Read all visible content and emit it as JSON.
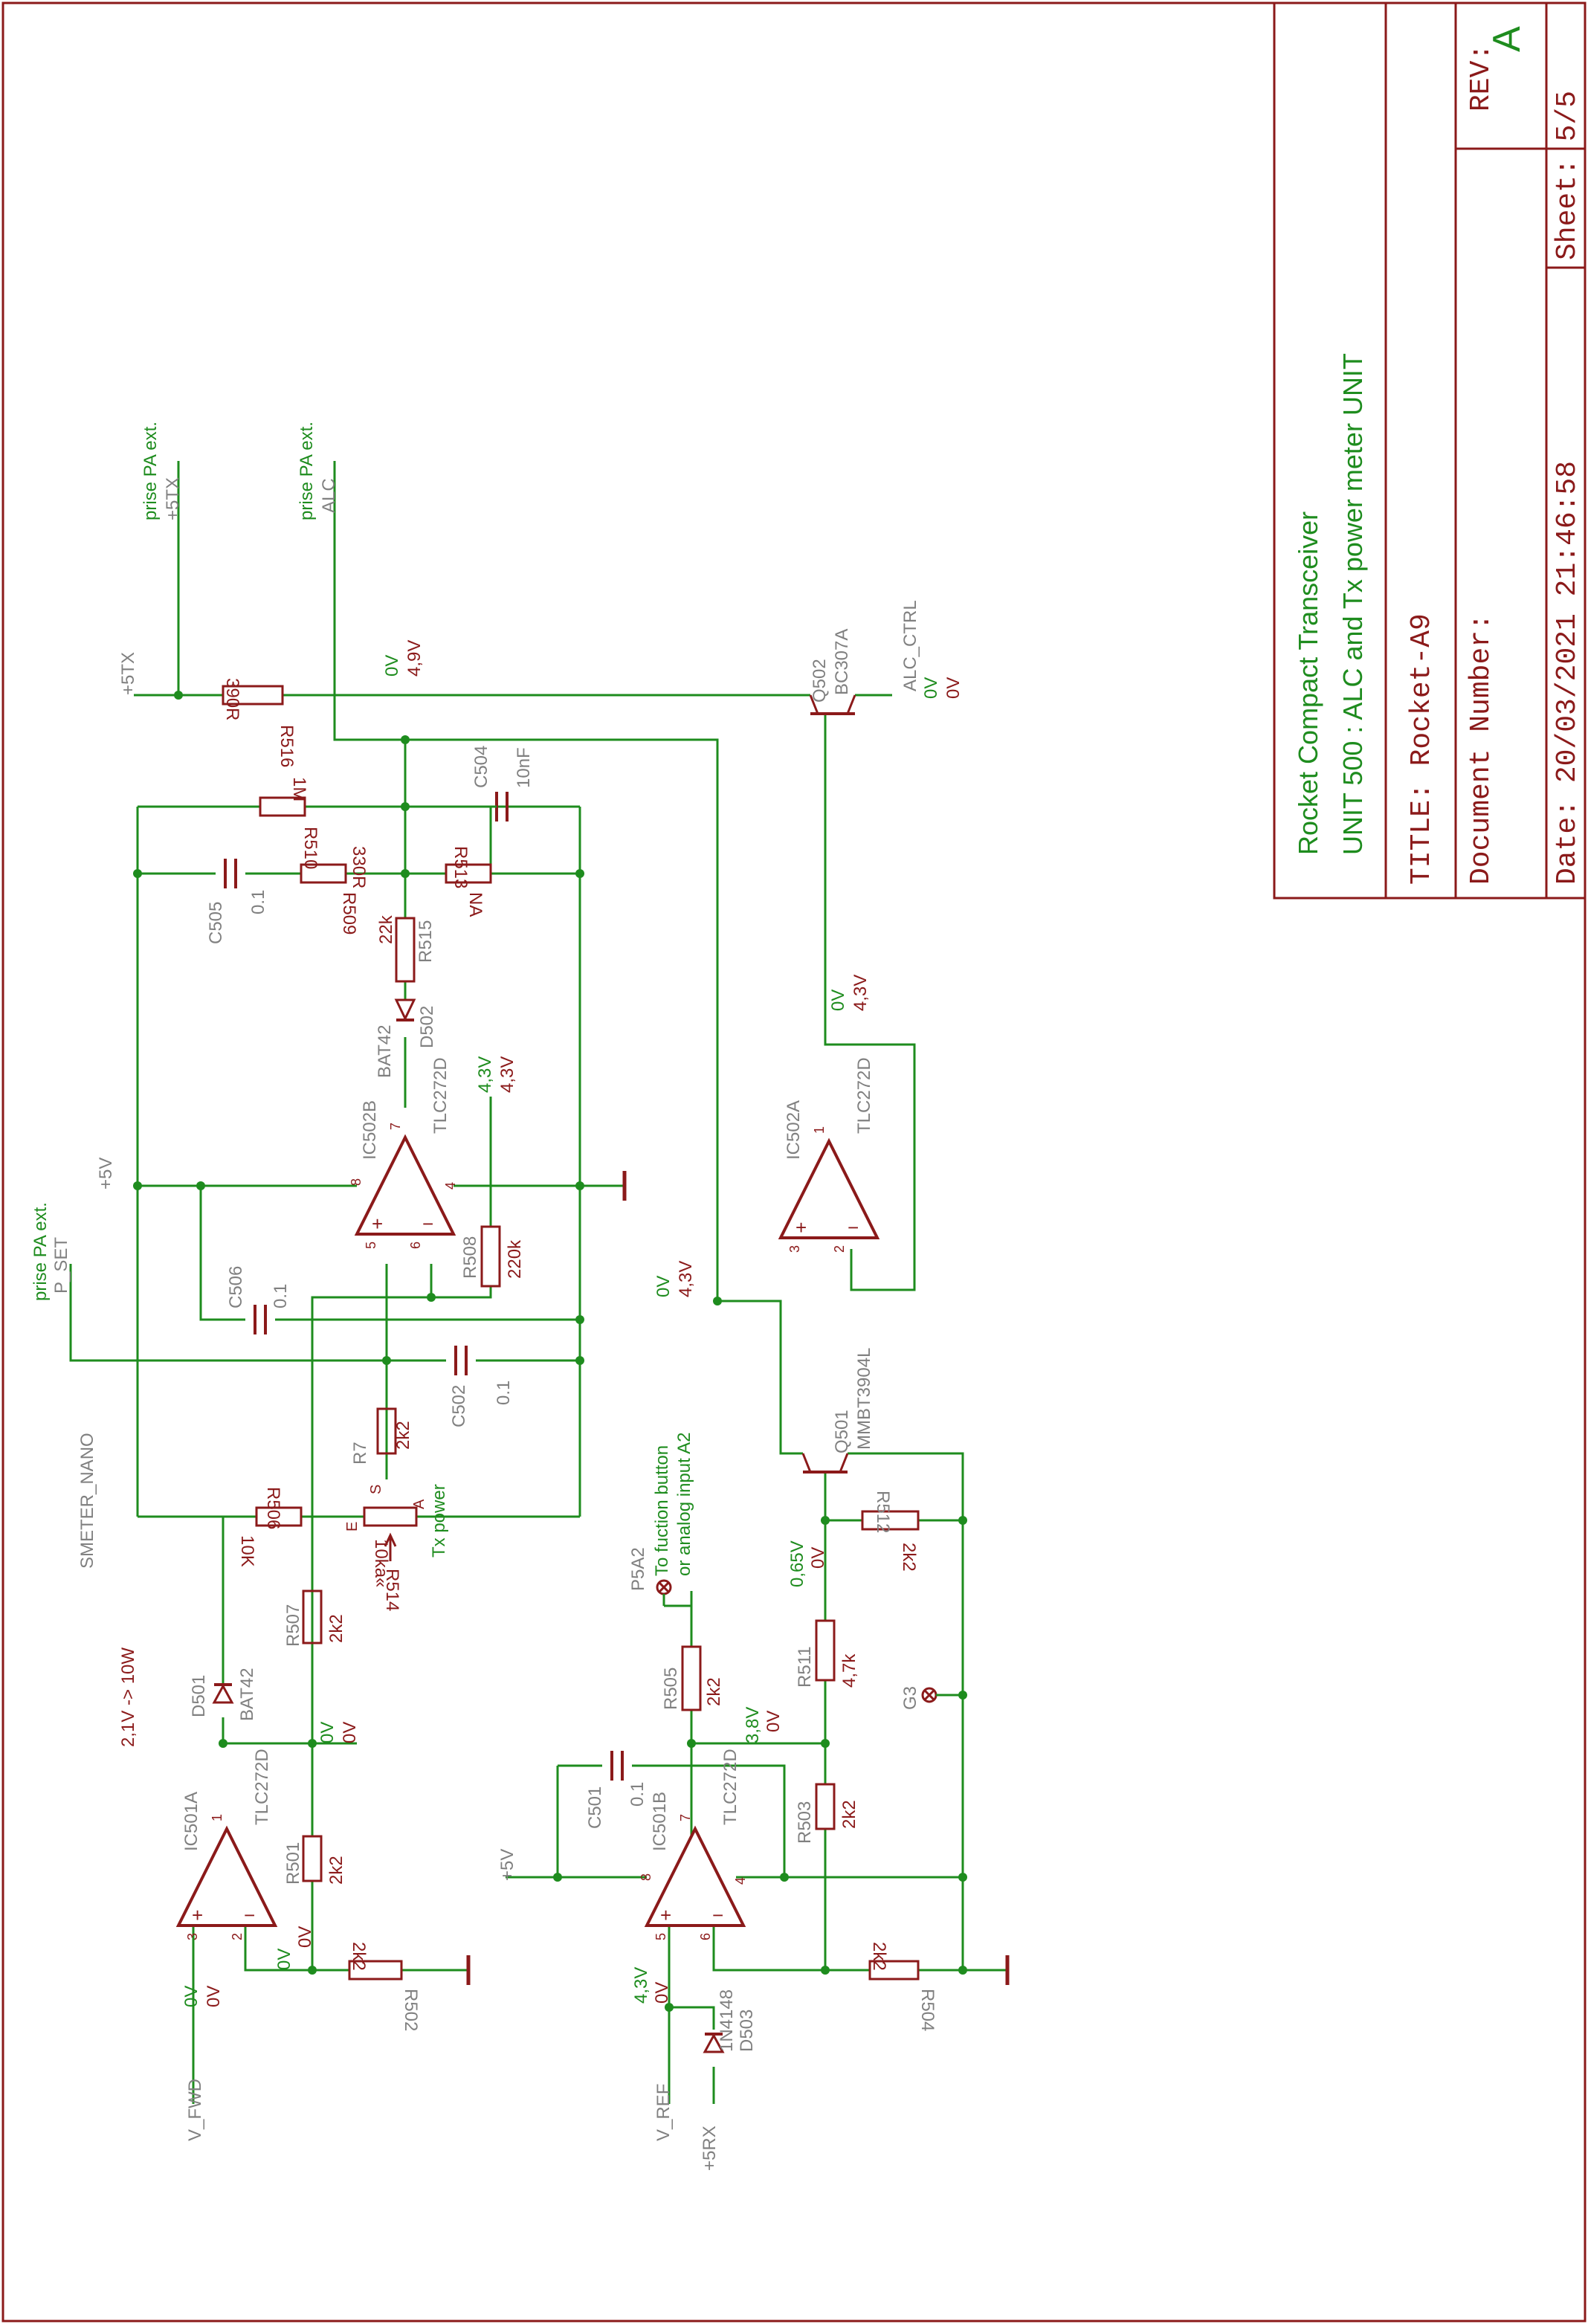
{
  "title_block": {
    "project": "Rocket Compact Transceiver",
    "unit": "UNIT 500 : ALC and  Tx power meter UNIT",
    "title": "TITLE:  Rocket-A9",
    "doc_number": "Document Number:",
    "rev_label": "REV:",
    "rev_value": "A",
    "date": "Date: 20/03/2021  21:46:58",
    "sheet": "Sheet: 5/5"
  },
  "colors": {
    "frame": "#8b1a1a",
    "wire": "#1e8c1e",
    "label": "#808080",
    "text": "#8b1a1a"
  },
  "ext_inputs": {
    "ptx_note": "prise PA ext.",
    "ptx_net": "+5TX",
    "alc_note": "prise PA ext.",
    "alc_net": "ALC",
    "pset_note": "prise PA ext.",
    "pset_net": "P_SET"
  },
  "nets": {
    "p5tx": "+5TX",
    "p5v_top": "+5V",
    "p5v_bot": "+5V",
    "smeter": "SMETER_NANO",
    "vfwd": "V_FWD",
    "vref": "V_REF",
    "p5rx": "+5RX",
    "alc_ctrl": "ALC_CTRL",
    "p5a2": "P5A2",
    "g3": "G3",
    "p5a2_note1": "To fuction button",
    "p5a2_note2": "or analog input A2",
    "tx_power": "Tx power",
    "range_note": "2,1V -> 10W"
  },
  "voltages": {
    "alc_0": "0V",
    "alc_4": "4,9V",
    "q502_b_0": "0V",
    "q502_b_1": "0V",
    "ic502a_0": "0V",
    "ic502a_1": "4,3V",
    "ic502b_0": "4,3V",
    "ic502b_1": "4,3V",
    "n2_0": "0V",
    "n2_1": "4,3V",
    "q501_0": "0,65V",
    "q501_1": "0V",
    "ic501b_0": "3,8V",
    "ic501b_1": "0V",
    "ic501a_0": "0V",
    "ic501a_1": "0V",
    "fwd_0": "0V",
    "fwd_1": "0V",
    "fb_0": "0V",
    "fb_1": "0V",
    "ref_0": "4,3V",
    "ref_1": "0V"
  },
  "components": {
    "R516": {
      "ref": "R516",
      "value": "390R"
    },
    "Q502": {
      "ref": "Q502",
      "value": "BC307A"
    },
    "C504": {
      "ref": "C504",
      "value": "10nF"
    },
    "R510": {
      "ref": "R510",
      "value": "1M"
    },
    "R509": {
      "ref": "R509",
      "value": "330R"
    },
    "R513": {
      "ref": "R513",
      "value": "NA"
    },
    "C505": {
      "ref": "C505",
      "value": "0.1"
    },
    "R515": {
      "ref": "R515",
      "value": "22k"
    },
    "D502": {
      "ref": "D502",
      "value": "BAT42"
    },
    "IC502B": {
      "ref": "IC502B",
      "value": "TLC272D"
    },
    "IC502A": {
      "ref": "IC502A",
      "value": "TLC272D"
    },
    "R508": {
      "ref": "R508",
      "value": "220k"
    },
    "C506": {
      "ref": "C506",
      "value": "0.1"
    },
    "C502": {
      "ref": "C502",
      "value": "0.1"
    },
    "R7": {
      "ref": "R7",
      "value": "2k2"
    },
    "R506": {
      "ref": "R506",
      "value": "10K"
    },
    "R514": {
      "ref": "R514",
      "value": "10ka«"
    },
    "Q501": {
      "ref": "Q501",
      "value": "MMBT3904L"
    },
    "R512": {
      "ref": "R512",
      "value": "2k2"
    },
    "R507": {
      "ref": "R507",
      "value": "2k2"
    },
    "D501": {
      "ref": "D501",
      "value": "BAT42"
    },
    "R505": {
      "ref": "R505",
      "value": "2k2"
    },
    "R511": {
      "ref": "R511",
      "value": "4,7k"
    },
    "C501": {
      "ref": "C501",
      "value": "0.1"
    },
    "IC501B": {
      "ref": "IC501B",
      "value": "TLC272D"
    },
    "IC501A": {
      "ref": "IC501A",
      "value": "TLC272D"
    },
    "R503": {
      "ref": "R503",
      "value": "2k2"
    },
    "R501": {
      "ref": "R501",
      "value": "2k2"
    },
    "R502": {
      "ref": "R502",
      "value": "2k2"
    },
    "R504": {
      "ref": "R504",
      "value": "2k2"
    },
    "D503": {
      "ref": "D503",
      "value": "1N4148"
    }
  },
  "pins": {
    "ic502b_8": "8",
    "ic502b_4": "4",
    "ic502b_5": "5",
    "ic502b_6": "6",
    "ic502b_7": "7",
    "ic502a_1": "1",
    "ic502a_2": "2",
    "ic502a_3": "3",
    "ic501a_1": "1",
    "ic501a_2": "2",
    "ic501a_3": "3",
    "ic501b_5": "5",
    "ic501b_6": "6",
    "ic501b_7": "7",
    "ic501b_8": "8",
    "ic501b_4": "4",
    "pot_s": "S",
    "pot_a": "A",
    "pot_e": "E"
  }
}
